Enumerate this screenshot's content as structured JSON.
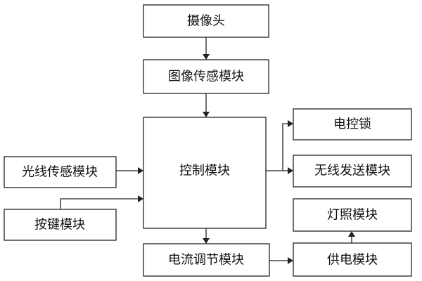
{
  "nodes": {
    "camera": "摄像头",
    "image_sensor": "图像传感模块",
    "control": "控制模块",
    "light_sensor": "光线传感模块",
    "keypad": "按键模块",
    "electric_lock": "电控锁",
    "wireless_tx": "无线发送模块",
    "lighting": "灯照模块",
    "current_regulator": "电流调节模块",
    "power_supply": "供电模块"
  },
  "edges": [
    {
      "from": "camera",
      "to": "image_sensor"
    },
    {
      "from": "image_sensor",
      "to": "control"
    },
    {
      "from": "light_sensor",
      "to": "control"
    },
    {
      "from": "keypad",
      "to": "control"
    },
    {
      "from": "control",
      "to": "electric_lock"
    },
    {
      "from": "control",
      "to": "wireless_tx"
    },
    {
      "from": "control",
      "to": "current_regulator"
    },
    {
      "from": "current_regulator",
      "to": "power_supply"
    },
    {
      "from": "power_supply",
      "to": "lighting"
    }
  ]
}
